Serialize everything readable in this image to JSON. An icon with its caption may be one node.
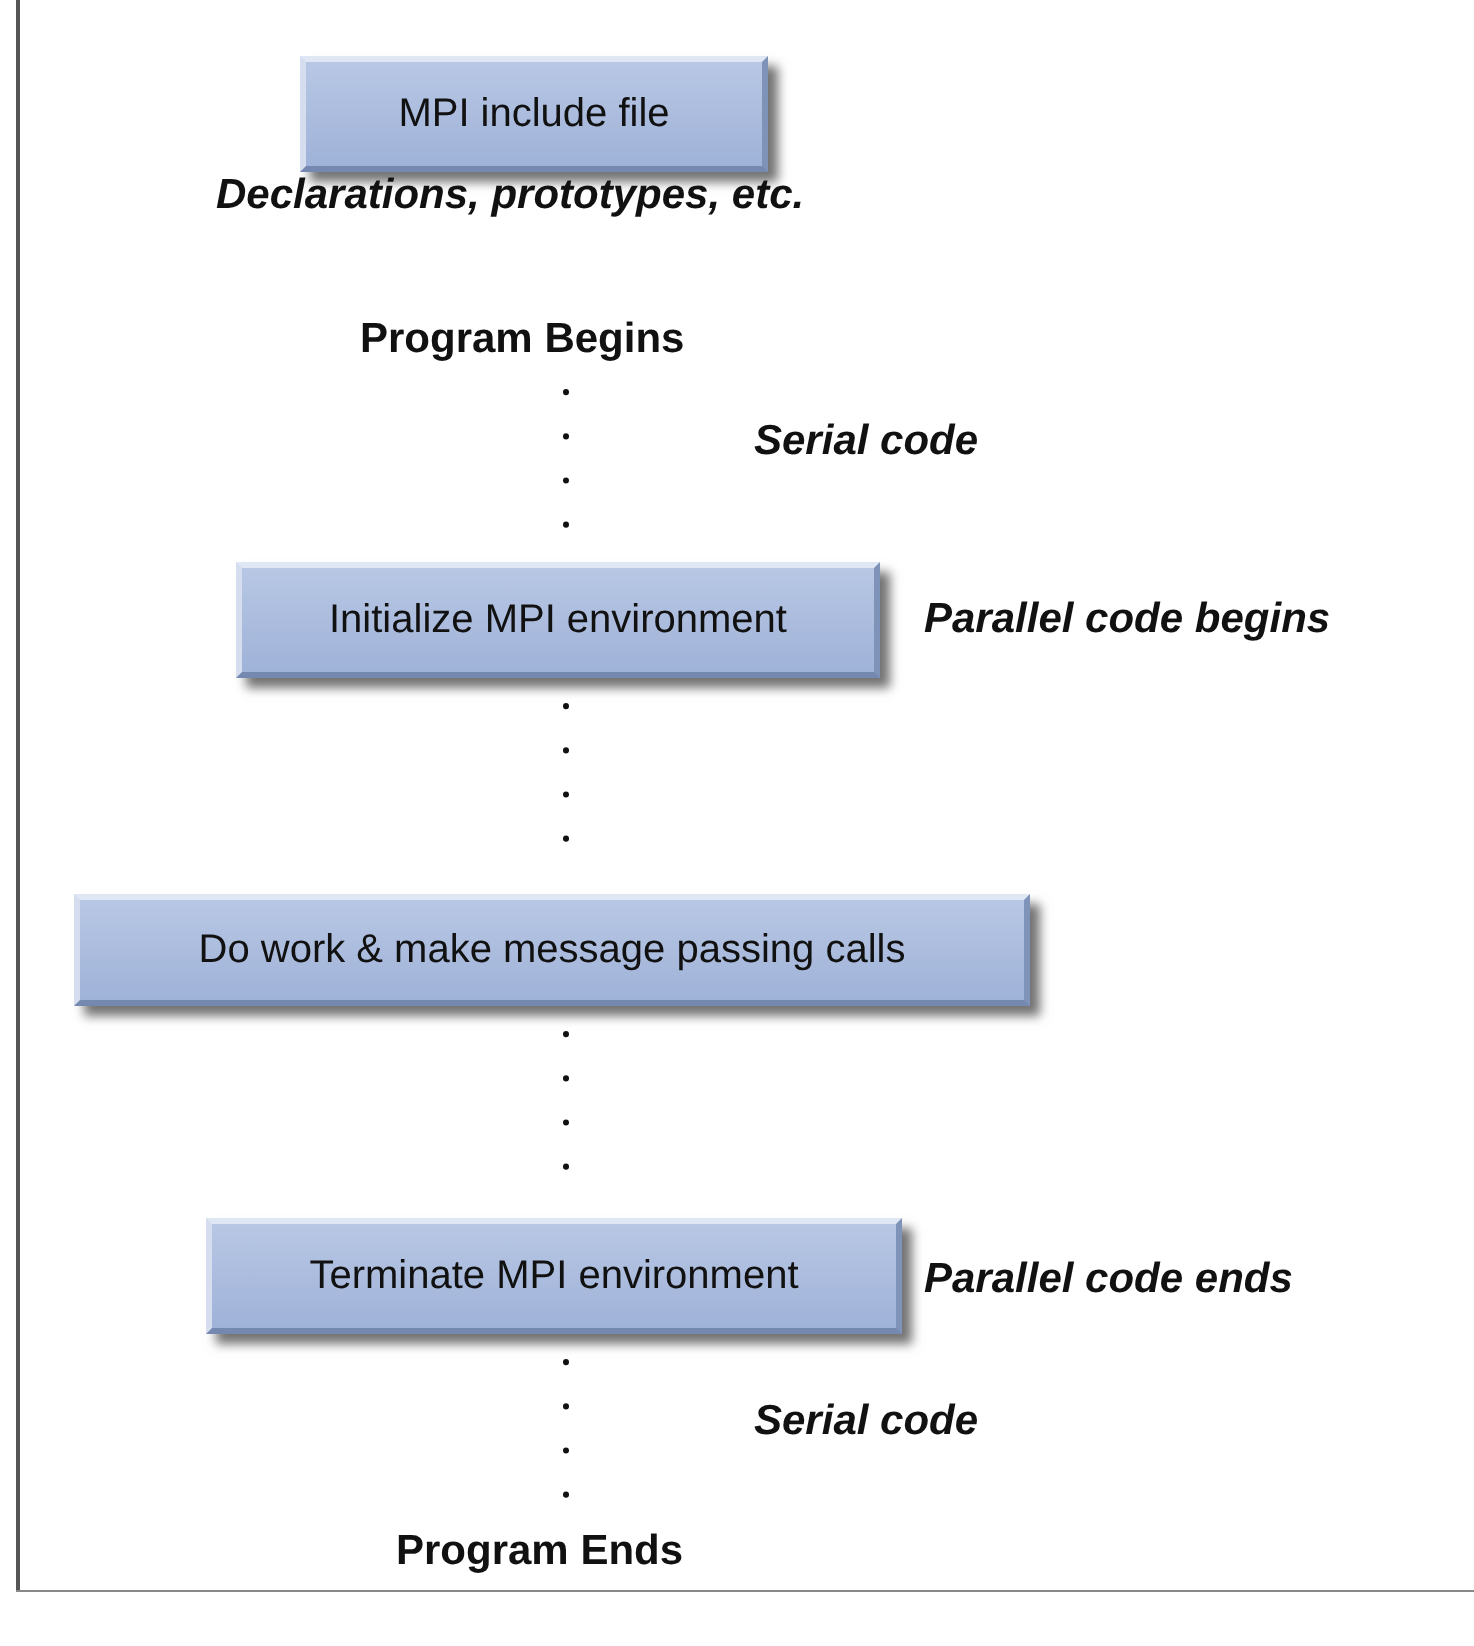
{
  "diagram": {
    "nodes": [
      {
        "text": [
          "MPI include file"
        ]
      },
      {
        "text": [
          "Program Begins"
        ]
      },
      {
        "text": [
          "Initialize MPI environment"
        ],
        "beside": [
          "Parallel code begins"
        ]
      },
      {
        "text": [
          "Do work & make message passing calls"
        ]
      },
      {
        "text": [
          "Terminate MPI environment"
        ],
        "beside": [
          "Parallel code ends"
        ]
      },
      {
        "text": [
          "Program Ends"
        ]
      }
    ],
    "edges": [
      {
        "from": 1,
        "to": 2,
        "arrow": "none",
        "style": "dashed"
      },
      {
        "from": 2,
        "to": 3,
        "arrow": "none",
        "style": "dashed"
      },
      {
        "from": 3,
        "to": 4,
        "arrow": "none",
        "style": "dashed"
      },
      {
        "from": 4,
        "to": 5,
        "arrow": "none",
        "style": "dashed"
      }
    ],
    "labels": [
      "Declarations, prototypes, etc.",
      "Serial code",
      "Serial code"
    ]
  }
}
